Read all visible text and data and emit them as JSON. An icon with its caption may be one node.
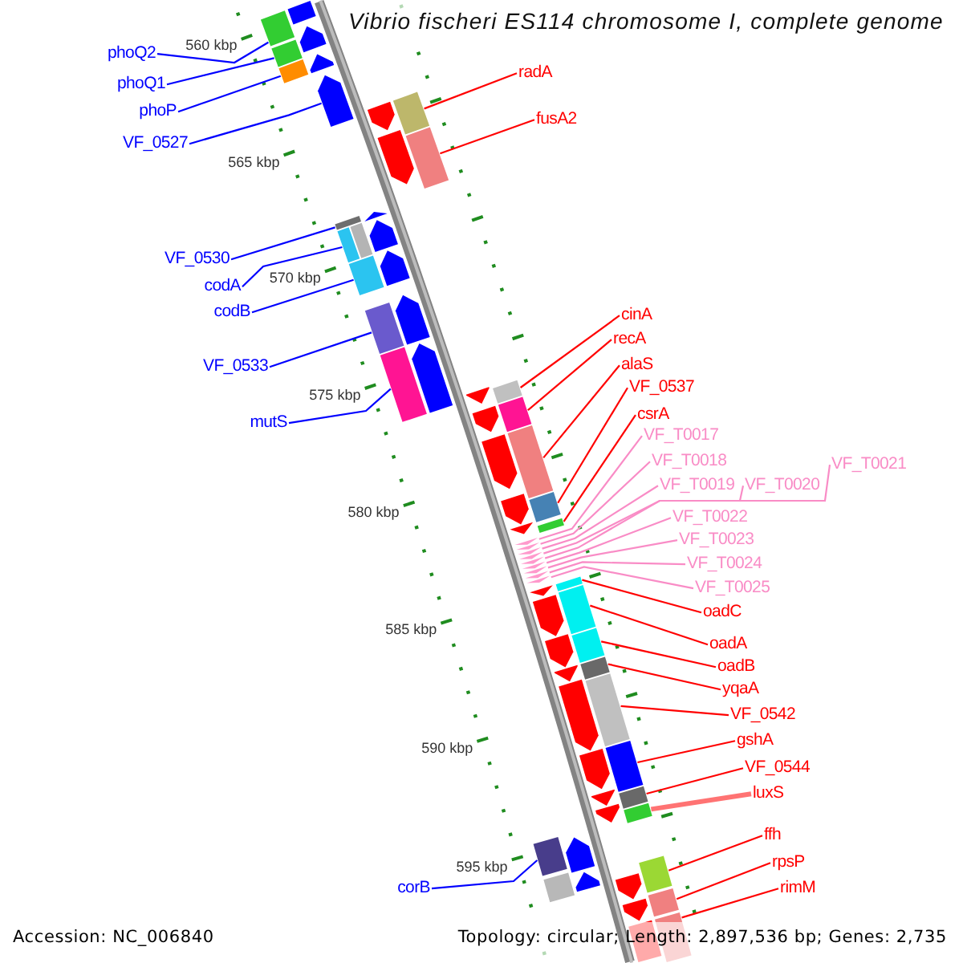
{
  "diagram": {
    "title": "Vibrio fischeri ES114 chromosome I, complete genome",
    "nodes": [
      {
        "text": [
          "phoQ2"
        ]
      },
      {
        "text": [
          "phoQ1"
        ]
      },
      {
        "text": [
          "phoP"
        ]
      },
      {
        "text": [
          "VF_0527"
        ]
      },
      {
        "text": [
          "VF_0530"
        ]
      },
      {
        "text": [
          "codA"
        ]
      },
      {
        "text": [
          "codB"
        ]
      },
      {
        "text": [
          "VF_0533"
        ]
      },
      {
        "text": [
          "mutS"
        ]
      },
      {
        "text": [
          "corB"
        ]
      },
      {
        "text": [
          "radA"
        ]
      },
      {
        "text": [
          "fusA2"
        ]
      },
      {
        "text": [
          "cinA"
        ]
      },
      {
        "text": [
          "recA"
        ]
      },
      {
        "text": [
          "alaS"
        ]
      },
      {
        "text": [
          "VF_0537"
        ]
      },
      {
        "text": [
          "csrA"
        ]
      },
      {
        "text": [
          "VF_T0017"
        ]
      },
      {
        "text": [
          "VF_T0018"
        ]
      },
      {
        "text": [
          "VF_T0019"
        ]
      },
      {
        "text": [
          "VF_T0020"
        ]
      },
      {
        "text": [
          "VF_T0021"
        ]
      },
      {
        "text": [
          "VF_T0022"
        ]
      },
      {
        "text": [
          "VF_T0023"
        ]
      },
      {
        "text": [
          "VF_T0024"
        ]
      },
      {
        "text": [
          "VF_T0025"
        ]
      },
      {
        "text": [
          "oadC"
        ]
      },
      {
        "text": [
          "oadA"
        ]
      },
      {
        "text": [
          "oadB"
        ]
      },
      {
        "text": [
          "yqaA"
        ]
      },
      {
        "text": [
          "VF_0542"
        ]
      },
      {
        "text": [
          "gshA"
        ]
      },
      {
        "text": [
          "VF_0544"
        ]
      },
      {
        "text": [
          "luxS"
        ]
      },
      {
        "text": [
          "ffh"
        ]
      },
      {
        "text": [
          "rpsP"
        ]
      },
      {
        "text": [
          "rimM"
        ]
      },
      {
        "text": [],
        "shape": "arrow"
      },
      {
        "text": [],
        "shape": "box"
      },
      {
        "text": [],
        "shape": "arrow"
      },
      {
        "text": [],
        "shape": "box"
      },
      {
        "text": [],
        "shape": "arrow"
      },
      {
        "text": [],
        "shape": "box"
      },
      {
        "text": [],
        "shape": "arrow"
      },
      {
        "text": [],
        "shape": "box"
      },
      {
        "text": [],
        "shape": "arrow"
      },
      {
        "text": [],
        "shape": "box"
      },
      {
        "text": [],
        "shape": "arrow"
      },
      {
        "text": [],
        "shape": "arrow"
      },
      {
        "text": [],
        "shape": "box"
      },
      {
        "text": [],
        "shape": "arrow"
      },
      {
        "text": [],
        "shape": "box"
      },
      {
        "text": [],
        "shape": "box"
      },
      {
        "text": [],
        "shape": "arrow"
      },
      {
        "text": [],
        "shape": "box"
      },
      {
        "text": [],
        "shape": "arrow"
      },
      {
        "text": [],
        "shape": "box"
      },
      {
        "text": [],
        "shape": "arrow"
      },
      {
        "text": [],
        "shape": "box"
      },
      {
        "text": [],
        "shape": "box"
      },
      {
        "text": [],
        "shape": "arrow"
      },
      {
        "text": [],
        "shape": "box"
      },
      {
        "text": [],
        "shape": "arrow"
      },
      {
        "text": [],
        "shape": "box"
      },
      {
        "text": [],
        "shape": "arrow"
      },
      {
        "text": [],
        "shape": "box"
      },
      {
        "text": [],
        "shape": "arrow"
      },
      {
        "text": [],
        "shape": "box"
      },
      {
        "text": [],
        "shape": "arrow"
      },
      {
        "text": [],
        "shape": "arrow"
      },
      {
        "text": [],
        "shape": "arrow"
      },
      {
        "text": [],
        "shape": "arrow"
      },
      {
        "text": [],
        "shape": "arrow"
      },
      {
        "text": [],
        "shape": "arrow"
      },
      {
        "text": [],
        "shape": "arrow"
      },
      {
        "text": [],
        "shape": "arrow"
      },
      {
        "text": [],
        "shape": "arrow"
      },
      {
        "text": [],
        "shape": "arrow"
      },
      {
        "text": [],
        "shape": "box"
      },
      {
        "text": [],
        "shape": "arrow"
      },
      {
        "text": [],
        "shape": "box"
      },
      {
        "text": [],
        "shape": "arrow"
      },
      {
        "text": [],
        "shape": "box"
      },
      {
        "text": [],
        "shape": "arrow"
      },
      {
        "text": [],
        "shape": "box"
      },
      {
        "text": [],
        "shape": "arrow"
      },
      {
        "text": [],
        "shape": "box"
      },
      {
        "text": [],
        "shape": "arrow"
      },
      {
        "text": [],
        "shape": "box"
      },
      {
        "text": [],
        "shape": "arrow"
      },
      {
        "text": [],
        "shape": "box"
      },
      {
        "text": [],
        "shape": "arrow"
      },
      {
        "text": [],
        "shape": "box"
      },
      {
        "text": [],
        "shape": "arrow"
      },
      {
        "text": [],
        "shape": "arrow"
      },
      {
        "text": [],
        "shape": "box"
      },
      {
        "text": [],
        "shape": "box"
      },
      {
        "text": [],
        "shape": "arrow"
      },
      {
        "text": [],
        "shape": "arrow"
      },
      {
        "text": [],
        "shape": "box"
      },
      {
        "text": [],
        "shape": "box"
      },
      {
        "text": [],
        "shape": "arrow"
      },
      {
        "text": [],
        "shape": "box"
      },
      {
        "text": [],
        "shape": "arrow"
      }
    ],
    "edges": [
      {
        "from": 0,
        "to": 38,
        "arrow": "none",
        "color": "#0000ff"
      },
      {
        "from": 1,
        "to": 40,
        "arrow": "none",
        "color": "#0000ff"
      },
      {
        "from": 2,
        "to": 42,
        "arrow": "none",
        "color": "#0000ff"
      },
      {
        "from": 3,
        "to": 43,
        "arrow": "none",
        "color": "#0000ff"
      },
      {
        "from": 4,
        "to": 49,
        "arrow": "none",
        "color": "#0000ff"
      },
      {
        "from": 5,
        "to": 52,
        "arrow": "none",
        "color": "#0000ff"
      },
      {
        "from": 6,
        "to": 54,
        "arrow": "none",
        "color": "#0000ff"
      },
      {
        "from": 7,
        "to": 56,
        "arrow": "none",
        "color": "#0000ff"
      },
      {
        "from": 8,
        "to": 58,
        "arrow": "none",
        "color": "#0000ff"
      },
      {
        "from": 9,
        "to": 95,
        "arrow": "none",
        "color": "#0000ff"
      },
      {
        "from": 10,
        "to": 44,
        "arrow": "none"
      },
      {
        "from": 11,
        "to": 46,
        "arrow": "none"
      },
      {
        "from": 12,
        "to": 59,
        "arrow": "none"
      },
      {
        "from": 13,
        "to": 61,
        "arrow": "none"
      },
      {
        "from": 14,
        "to": 63,
        "arrow": "none"
      },
      {
        "from": 15,
        "to": 65,
        "arrow": "none"
      },
      {
        "from": 16,
        "to": 67,
        "arrow": "none"
      },
      {
        "from": 17,
        "to": 69,
        "arrow": "none",
        "color": "#f98cc6"
      },
      {
        "from": 18,
        "to": 70,
        "arrow": "none",
        "color": "#f98cc6"
      },
      {
        "from": 19,
        "to": 71,
        "arrow": "none",
        "color": "#f98cc6"
      },
      {
        "from": 20,
        "to": 72,
        "arrow": "none",
        "color": "#f98cc6"
      },
      {
        "from": 21,
        "to": 73,
        "arrow": "none",
        "color": "#f98cc6"
      },
      {
        "from": 22,
        "to": 74,
        "arrow": "none",
        "color": "#f98cc6"
      },
      {
        "from": 23,
        "to": 75,
        "arrow": "none",
        "color": "#f98cc6"
      },
      {
        "from": 24,
        "to": 76,
        "arrow": "none",
        "color": "#f98cc6"
      },
      {
        "from": 25,
        "to": 77,
        "arrow": "none",
        "color": "#f98cc6"
      },
      {
        "from": 26,
        "to": 78,
        "arrow": "none"
      },
      {
        "from": 27,
        "to": 80,
        "arrow": "none"
      },
      {
        "from": 28,
        "to": 82,
        "arrow": "none"
      },
      {
        "from": 29,
        "to": 84,
        "arrow": "none"
      },
      {
        "from": 30,
        "to": 86,
        "arrow": "none"
      },
      {
        "from": 31,
        "to": 88,
        "arrow": "none"
      },
      {
        "from": 32,
        "to": 90,
        "arrow": "none"
      },
      {
        "from": 33,
        "to": 92,
        "arrow": "none",
        "style": "thick"
      },
      {
        "from": 34,
        "to": 96,
        "arrow": "none"
      },
      {
        "from": 35,
        "to": 100,
        "arrow": "none"
      },
      {
        "from": 36,
        "to": 102,
        "arrow": "none"
      }
    ],
    "labels": [
      "560 kbp",
      "565 kbp",
      "570 kbp",
      "575 kbp",
      "580 kbp",
      "585 kbp",
      "590 kbp",
      "595 kbp",
      "Accession: NC_006840",
      "Topology: circular; Length: 2,897,536 bp; Genes: 2,735"
    ]
  }
}
